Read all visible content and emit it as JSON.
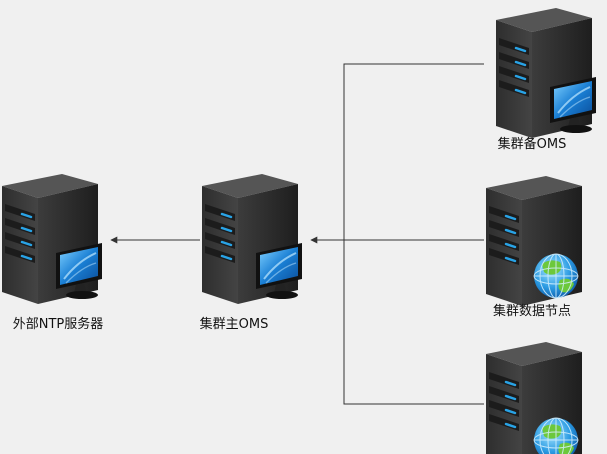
{
  "nodes": {
    "external_ntp": {
      "label": "外部NTP服务器",
      "icon": "server-with-monitor-icon"
    },
    "master_oms": {
      "label": "集群主OMS",
      "icon": "server-with-monitor-icon"
    },
    "standby_oms": {
      "label": "集群备OMS",
      "icon": "server-with-monitor-icon"
    },
    "data_node_1": {
      "label": "集群数据节点",
      "icon": "server-with-globe-icon"
    },
    "data_node_2": {
      "label": "",
      "icon": "server-with-globe-icon"
    }
  },
  "colors": {
    "background": "#f0f0f0",
    "server_body": "#3a3a3a",
    "drive_led": "#29a3e6",
    "connector": "#333333"
  }
}
